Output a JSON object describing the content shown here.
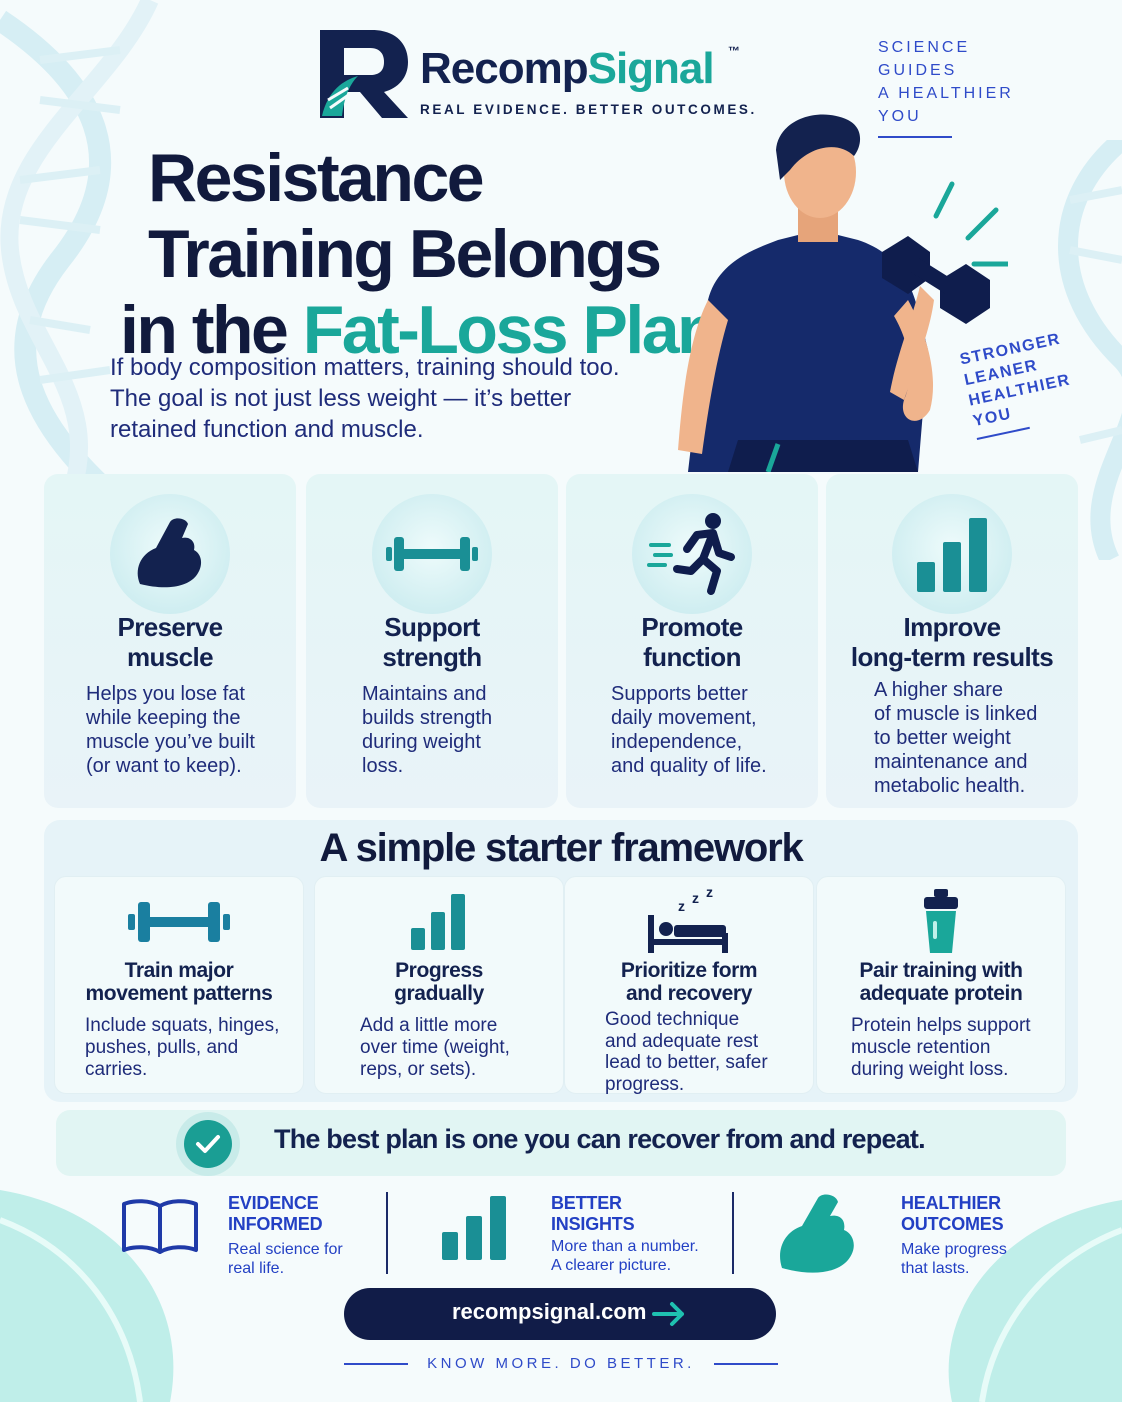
{
  "brand": {
    "name_part1": "Recomp",
    "name_part2": "Signal",
    "trademark": "™",
    "tagline": "REAL EVIDENCE. BETTER OUTCOMES."
  },
  "science_tag": [
    "SCIENCE",
    "GUIDES",
    "A HEALTHIER",
    "YOU"
  ],
  "title": {
    "line1": "Resistance",
    "line2": "Training Belongs",
    "line3_prefix": "in the ",
    "line3_accent": "Fat-Loss Plan."
  },
  "intro": [
    "If body composition matters, training should too.",
    "The goal is not just less weight — it’s better",
    "retained function and muscle."
  ],
  "stronger_tag": [
    "STRONGER",
    "LEANER",
    "HEALTHIER",
    "YOU"
  ],
  "benefits": [
    {
      "icon": "flexed-bicep-icon",
      "title": [
        "Preserve",
        "muscle"
      ],
      "desc": [
        "Helps you lose fat",
        "while keeping the",
        "muscle you’ve built",
        "(or want to keep)."
      ]
    },
    {
      "icon": "dumbbell-icon",
      "title": [
        "Support",
        "strength"
      ],
      "desc": [
        "Maintains and",
        "builds strength",
        "during weight",
        "loss."
      ]
    },
    {
      "icon": "running-person-icon",
      "title": [
        "Promote",
        "function"
      ],
      "desc": [
        "Supports better",
        "daily movement,",
        "independence,",
        "and quality of life."
      ]
    },
    {
      "icon": "bar-chart-icon",
      "title": [
        "Improve",
        "long-term results"
      ],
      "desc": [
        "A higher share",
        "of muscle is linked",
        "to better weight",
        "maintenance and",
        "metabolic health."
      ]
    }
  ],
  "framework": {
    "title": "A simple starter framework",
    "steps": [
      {
        "icon": "dumbbell-icon",
        "title": [
          "Train major",
          "movement patterns"
        ],
        "desc": [
          "Include squats, hinges,",
          "pushes, pulls, and",
          "carries."
        ]
      },
      {
        "icon": "bar-chart-icon",
        "title": [
          "Progress",
          "gradually"
        ],
        "desc": [
          "Add a little more",
          "over time (weight,",
          "reps, or sets)."
        ]
      },
      {
        "icon": "sleeping-bed-icon",
        "title": [
          "Prioritize form",
          "and recovery"
        ],
        "desc": [
          "Good technique",
          "and adequate rest",
          "lead to better, safer",
          "progress."
        ]
      },
      {
        "icon": "shaker-bottle-icon",
        "title": [
          "Pair training with",
          "adequate protein"
        ],
        "desc": [
          "Protein helps support",
          "muscle retention",
          "during weight loss."
        ]
      }
    ]
  },
  "callout": "The best plan is one you can recover from and repeat.",
  "features": [
    {
      "icon": "open-book-icon",
      "title": [
        "EVIDENCE",
        "INFORMED"
      ],
      "desc": [
        "Real science for",
        "real life."
      ]
    },
    {
      "icon": "bar-chart-icon",
      "title": [
        "BETTER",
        "INSIGHTS"
      ],
      "desc": [
        "More than a number.",
        "A clearer picture."
      ]
    },
    {
      "icon": "flexed-bicep-icon",
      "title": [
        "HEALTHIER",
        "OUTCOMES"
      ],
      "desc": [
        "Make progress",
        "that lasts."
      ]
    }
  ],
  "cta": {
    "label": "recompsignal.com",
    "icon": "arrow-right-icon"
  },
  "footer_tagline": "KNOW MORE. DO BETTER.",
  "colors": {
    "navy": "#13224f",
    "teal": "#1aa79a",
    "blue": "#2f4bc9",
    "light_teal": "#e1f5f3"
  }
}
